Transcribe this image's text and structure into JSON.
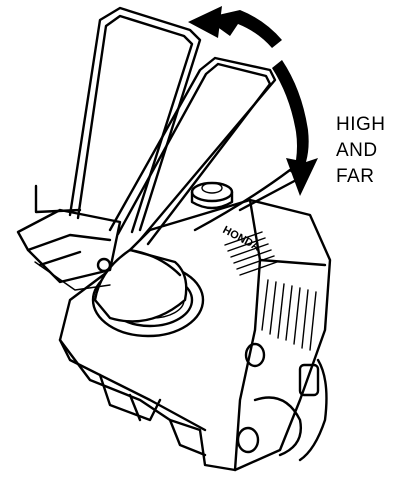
{
  "callout": {
    "line1": "HIGH",
    "line2": "AND",
    "line3": "FAR"
  },
  "brand_mark": "HONDA",
  "colors": {
    "ink": "#000000",
    "paper": "#ffffff"
  },
  "icons": {
    "rotation_arrow": "curved-arrow-icon"
  }
}
